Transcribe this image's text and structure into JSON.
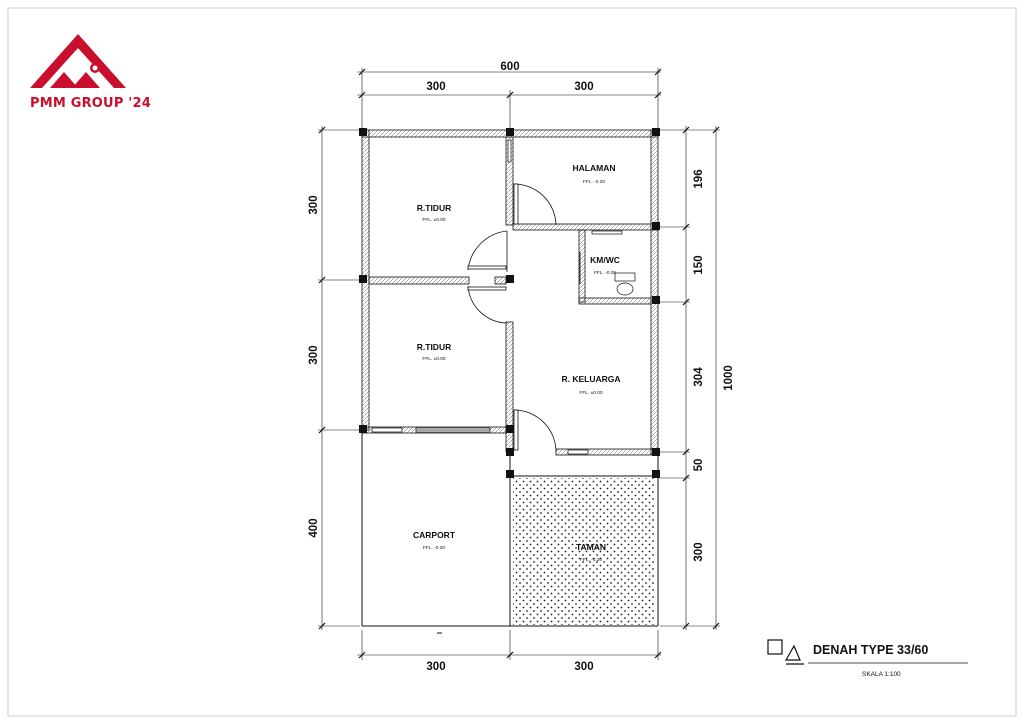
{
  "brand": {
    "name": "PMM GROUP '24",
    "color": "#c8102e"
  },
  "plan": {
    "title": "DENAH TYPE 33/60",
    "scale": "SKALA 1:100",
    "dimensions": {
      "top_total": "600",
      "top_left": "300",
      "top_right": "300",
      "bottom_left": "300",
      "bottom_right": "300",
      "left_1": "300",
      "left_2": "300",
      "left_3": "400",
      "right_1": "196",
      "right_2": "150",
      "right_3": "304",
      "right_4": "50",
      "right_5": "300",
      "right_total": "1000"
    },
    "rooms": [
      {
        "name": "R.TIDUR",
        "level": "FFL. ±0.00"
      },
      {
        "name": "HALAMAN",
        "level": "FFL. -0.20"
      },
      {
        "name": "KM/WC",
        "level": "FFL. -0.05"
      },
      {
        "name": "R.TIDUR",
        "level": "FFL. ±0.00"
      },
      {
        "name": "R. KELUARGA",
        "level": "FFL. ±0.00"
      },
      {
        "name": "CARPORT",
        "level": "FFL. -0.20"
      },
      {
        "name": "TAMAN",
        "level": "FFL. -0.20"
      }
    ]
  }
}
